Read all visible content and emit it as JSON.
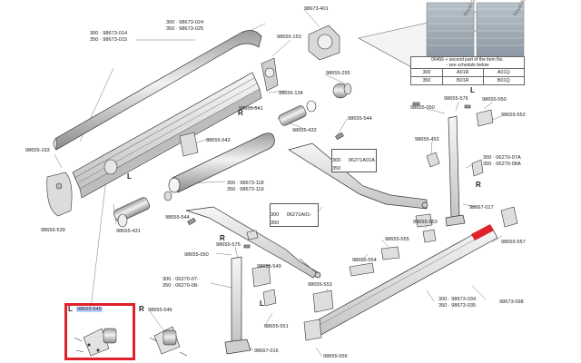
{
  "labels": {
    "l1": "300 · 98673-014",
    "l2": "350 · 98673-015",
    "l3": "300 · 98673-024",
    "l4": "350 · 98673-025",
    "l5": "98673-401",
    "l6": "98655-153",
    "l7": "98655-255",
    "l8": "98655-134",
    "l9": "98655-541",
    "l10": "98655-432",
    "l11": "98655-544",
    "l12": "98655-542",
    "l13": "98655-193",
    "l14": "98655-539",
    "l15": "98655-431",
    "l16": "300 · 98673-118",
    "l17": "350 · 98673-119",
    "l18": "98655-544",
    "l19": "98655-575",
    "l20": "98655-050",
    "l21": "98655-549",
    "l22": "300 · 06270-07-",
    "l23": "350 · 06270-08-",
    "l24": "98655-551",
    "l25": "98655-546",
    "l26": "98655-545",
    "l27": "98667-016",
    "l28": "98655-556",
    "l29": "98655-553",
    "l30": "98655-554",
    "l31": "98655-555",
    "l32": "98655-553",
    "l33": "98655-557",
    "l34": "98667-017",
    "l35": "98655-452",
    "l36": "98655-050",
    "l37": "98655-576",
    "l38": "98655-550",
    "l39": "98655-552",
    "l40": "300 · 98673-034",
    "l41": "350 · 98673-035",
    "l42": "98673-098",
    "l43": "300 · 06270-07A",
    "l44": "350 · 06270-08A"
  },
  "boxes": {
    "b1a": "300",
    "b1b": "06271A01-",
    "b1c": "350",
    "b2a": "300",
    "b2b": "06271A01A",
    "b2c": "350"
  },
  "letters": {
    "r1": "R",
    "l1": "L",
    "r2": "R",
    "l2": "L",
    "l3": "L",
    "r3": "R",
    "r4": "R",
    "l4": "L"
  },
  "fabric_table": {
    "note_line1": "06456 + second part of the item No.",
    "note_line2": "- see schedule below",
    "rows": [
      {
        "size": "300",
        "c1": "A01R",
        "c2": "A01Q"
      },
      {
        "size": "350",
        "c1": "B01R",
        "c2": "B01Q"
      }
    ],
    "swatch1": "Royal Grey",
    "swatch2": "Royal Blue"
  },
  "colors": {
    "highlight_box": "#e0212b",
    "selection": "#bcd3ff",
    "line": "#2a2a2a",
    "gray": "#9a9a9a"
  }
}
